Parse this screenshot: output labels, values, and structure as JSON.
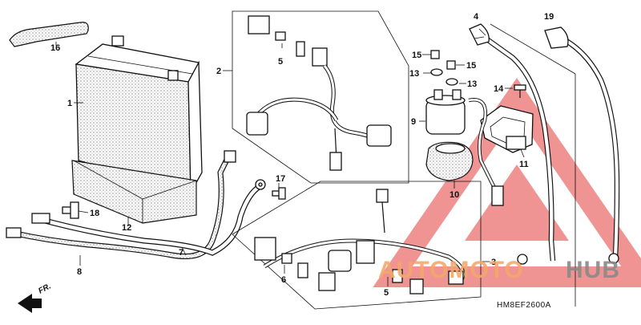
{
  "diagram": {
    "part_labels": [
      {
        "id": "p1",
        "text": "1"
      },
      {
        "id": "p2",
        "text": "2"
      },
      {
        "id": "p3",
        "text": "3"
      },
      {
        "id": "p4",
        "text": "4"
      },
      {
        "id": "p5a",
        "text": "5"
      },
      {
        "id": "p5b",
        "text": "5"
      },
      {
        "id": "p6",
        "text": "6"
      },
      {
        "id": "p7",
        "text": "7"
      },
      {
        "id": "p8",
        "text": "8"
      },
      {
        "id": "p9",
        "text": "9"
      },
      {
        "id": "p10",
        "text": "10"
      },
      {
        "id": "p11",
        "text": "11"
      },
      {
        "id": "p12",
        "text": "12"
      },
      {
        "id": "p13a",
        "text": "13"
      },
      {
        "id": "p13b",
        "text": "13"
      },
      {
        "id": "p14",
        "text": "14"
      },
      {
        "id": "p15a",
        "text": "15"
      },
      {
        "id": "p15b",
        "text": "15"
      },
      {
        "id": "p16",
        "text": "16"
      },
      {
        "id": "p17",
        "text": "17"
      },
      {
        "id": "p18",
        "text": "18"
      },
      {
        "id": "p19",
        "text": "19"
      }
    ],
    "direction_label": "FR.",
    "drawing_code": "HM8EF2600A",
    "watermark": {
      "text_left": "AUTOMOTO",
      "text_right": "HUB",
      "color_left": "#f3a96a",
      "color_right": "#8a8a8a",
      "triangle_color": "#e23b3b"
    }
  }
}
